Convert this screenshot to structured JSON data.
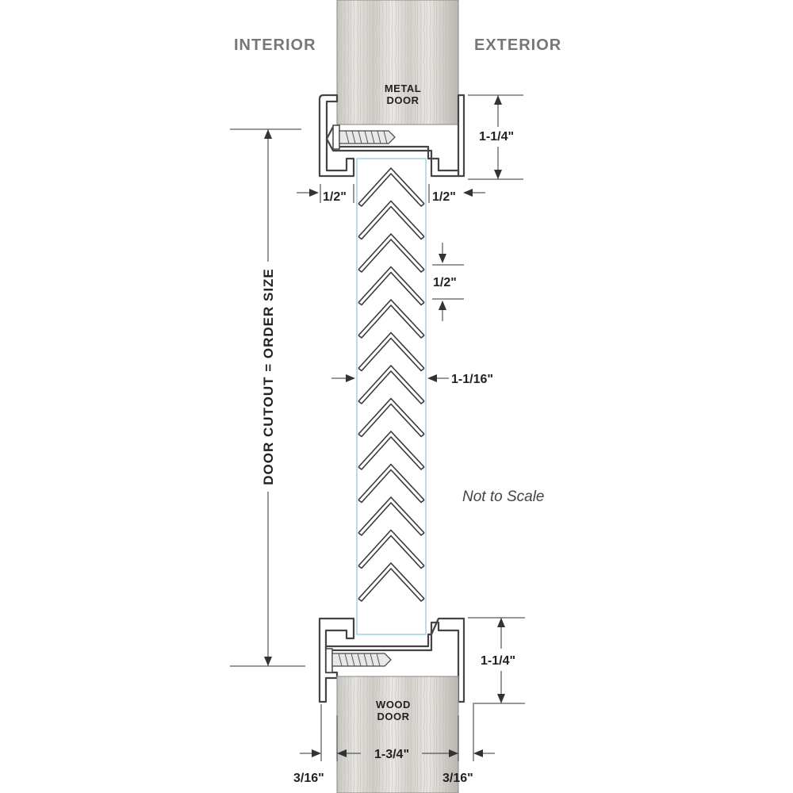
{
  "labels": {
    "interior": "INTERIOR",
    "exterior": "EXTERIOR",
    "top_door_line1": "METAL",
    "top_door_line2": "DOOR",
    "bottom_door_line1": "WOOD",
    "bottom_door_line2": "DOOR",
    "cutout": "DOOR CUTOUT = ORDER SIZE",
    "not_to_scale": "Not to Scale"
  },
  "dimensions": {
    "top_frame_depth": "1-1/4\"",
    "bottom_frame_depth": "1-1/4\"",
    "left_offset": "1/2\"",
    "right_offset": "1/2\"",
    "blade_spacing": "1/2\"",
    "louver_depth": "1-1/16\"",
    "door_thickness": "1-3/4\"",
    "left_lip": "3/16\"",
    "right_lip": "3/16\""
  },
  "louver": {
    "blade_count": 13
  },
  "colors": {
    "door_fill": "#d8d6d2",
    "frame_stroke": "#444444",
    "glass_outline": "#9fd3e0",
    "header_text": "#777777"
  }
}
